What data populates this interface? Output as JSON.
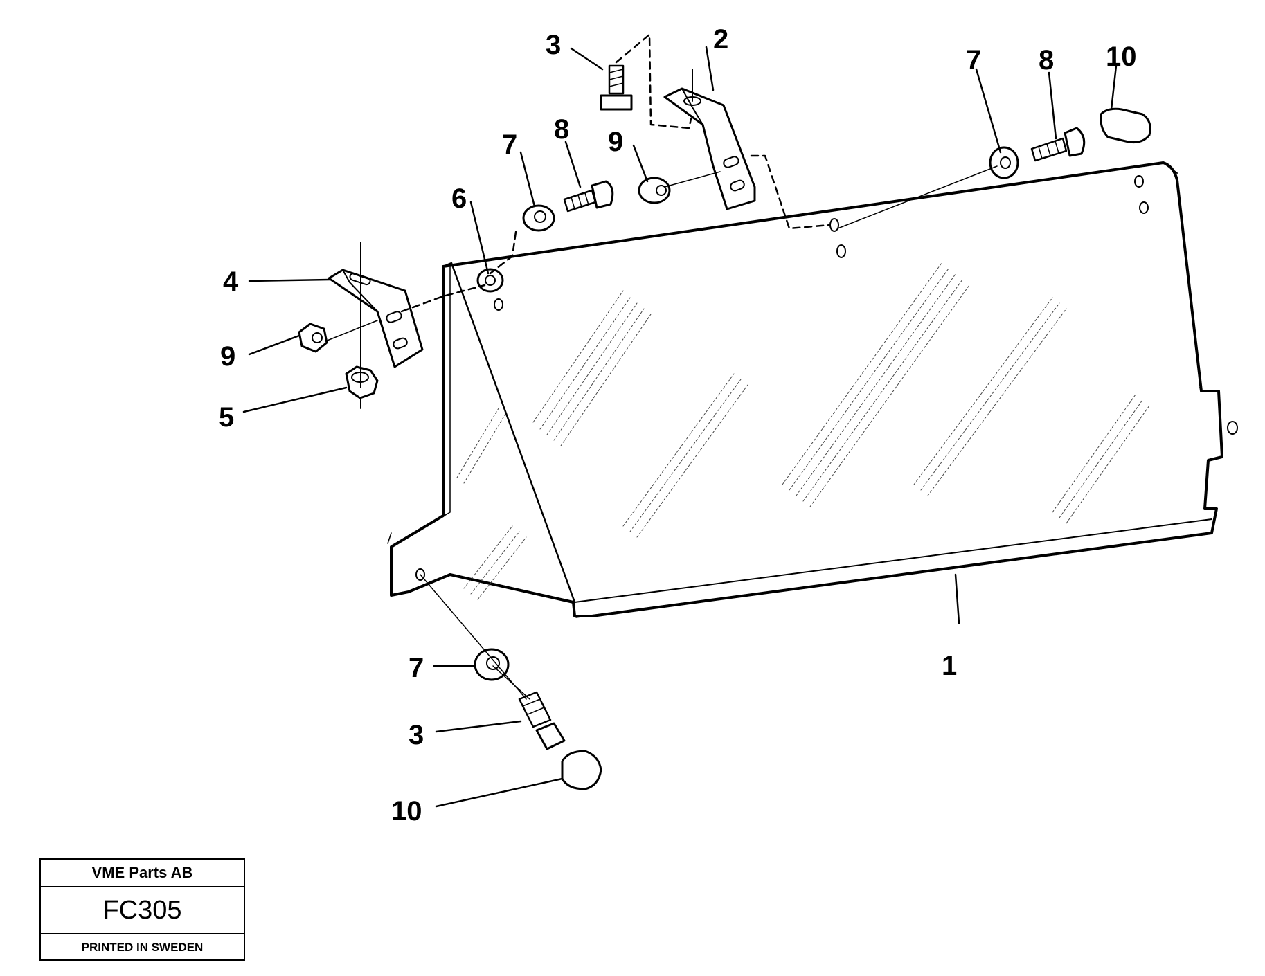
{
  "drawing": {
    "callouts": {
      "glass_panel": "1",
      "bracket_right": "2",
      "screw_top": "3",
      "bracket_left": "4",
      "nut_lower": "5",
      "grommet": "6",
      "washer_mid": "7",
      "bolt_mid": "8",
      "nut_mid": "9",
      "nut_left": "9",
      "washer_right": "7",
      "bolt_right": "8",
      "cap_right": "10",
      "washer_bottom": "7",
      "screw_bottom": "3",
      "cap_bottom": "10"
    }
  },
  "title_block": {
    "company": "VME Parts AB",
    "code": "FC305",
    "printed": "PRINTED IN SWEDEN"
  }
}
